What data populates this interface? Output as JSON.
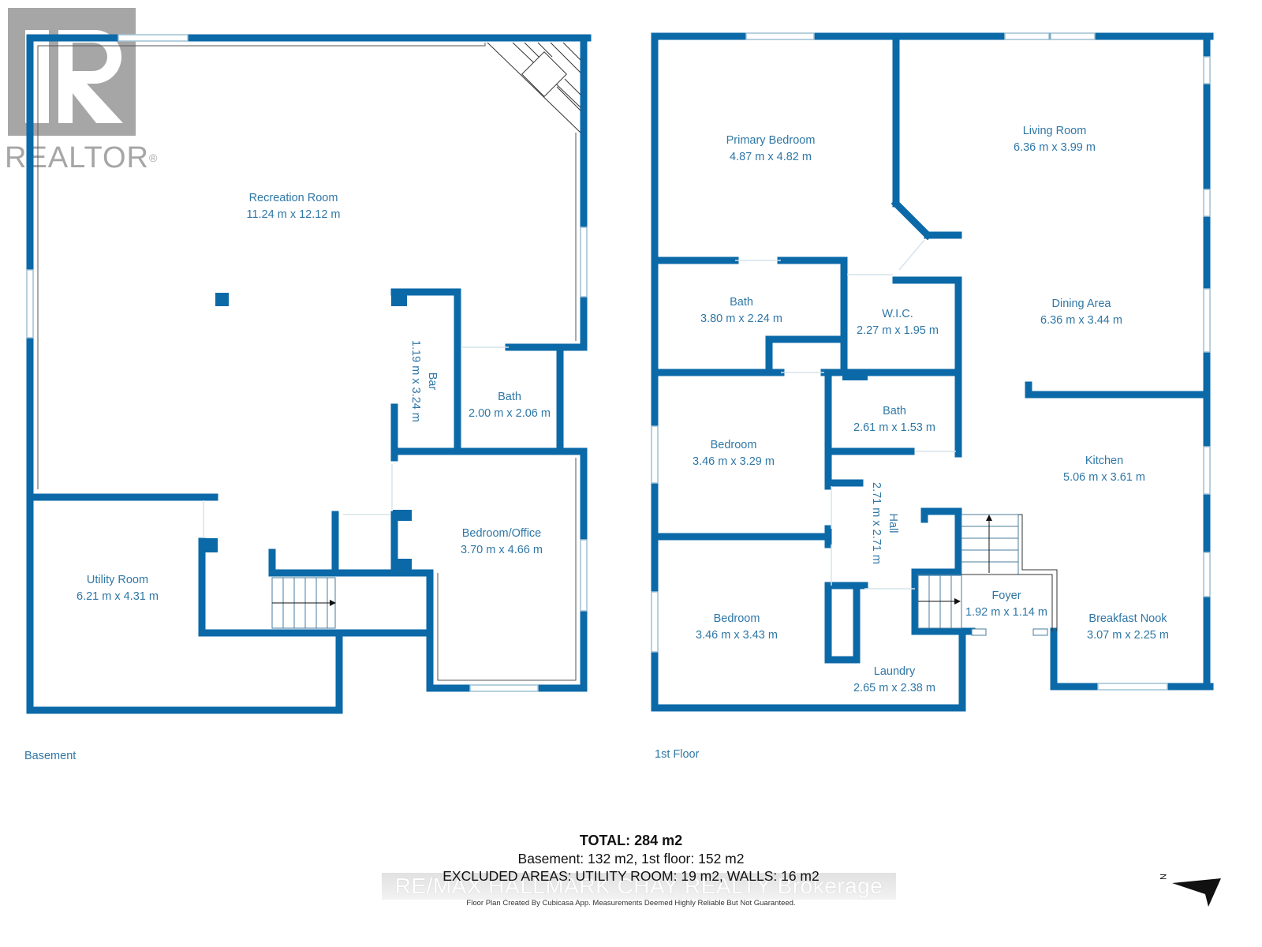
{
  "branding": {
    "logo_text": "REALTOR",
    "logo_mark": "®",
    "watermark": "RE/MAX HALLMARK CHAY REALTY Brokerage"
  },
  "colors": {
    "wall": "#0b69a8",
    "label": "#2f77a6",
    "window": "#cfe3ef",
    "logo_gray": "#a6a6a6"
  },
  "floors": [
    {
      "name": "Basement",
      "rooms": [
        {
          "name": "Recreation Room",
          "dims": "11.24 m x 12.12 m"
        },
        {
          "name": "Bar",
          "dims": "1.19 m x 3.24 m"
        },
        {
          "name": "Bath",
          "dims": "2.00 m x 2.06 m"
        },
        {
          "name": "Bedroom/Office",
          "dims": "3.70 m x 4.66 m"
        },
        {
          "name": "Utility Room",
          "dims": "6.21 m x 4.31 m"
        }
      ]
    },
    {
      "name": "1st Floor",
      "rooms": [
        {
          "name": "Primary Bedroom",
          "dims": "4.87 m x 4.82 m"
        },
        {
          "name": "Living Room",
          "dims": "6.36 m x 3.99 m"
        },
        {
          "name": "Bath",
          "dims": "3.80 m x 2.24 m"
        },
        {
          "name": "W.I.C.",
          "dims": "2.27 m x 1.95 m"
        },
        {
          "name": "Dining Area",
          "dims": "6.36 m x 3.44 m"
        },
        {
          "name": "Bath",
          "dims": "2.61 m x 1.53 m"
        },
        {
          "name": "Bedroom",
          "dims": "3.46 m x 3.29 m"
        },
        {
          "name": "Hall",
          "dims": "2.71 m x 2.71 m"
        },
        {
          "name": "Kitchen",
          "dims": "5.06 m x 3.61 m"
        },
        {
          "name": "Bedroom",
          "dims": "3.46 m x 3.43 m"
        },
        {
          "name": "Foyer",
          "dims": "1.92 m x 1.14 m"
        },
        {
          "name": "Breakfast Nook",
          "dims": "3.07 m x 2.25 m"
        },
        {
          "name": "Laundry",
          "dims": "2.65 m x 2.38 m"
        }
      ]
    }
  ],
  "summary": {
    "total": "TOTAL: 284 m2",
    "breakdown": "Basement: 132 m2, 1st floor: 152 m2",
    "excluded": "EXCLUDED AREAS: UTILITY ROOM: 19 m2, WALLS: 16 m2",
    "disclaimer": "Floor Plan Created By Cubicasa App. Measurements Deemed Highly Reliable But Not Guaranteed."
  },
  "compass": {
    "label": "N",
    "icon": "north-arrow-icon"
  }
}
